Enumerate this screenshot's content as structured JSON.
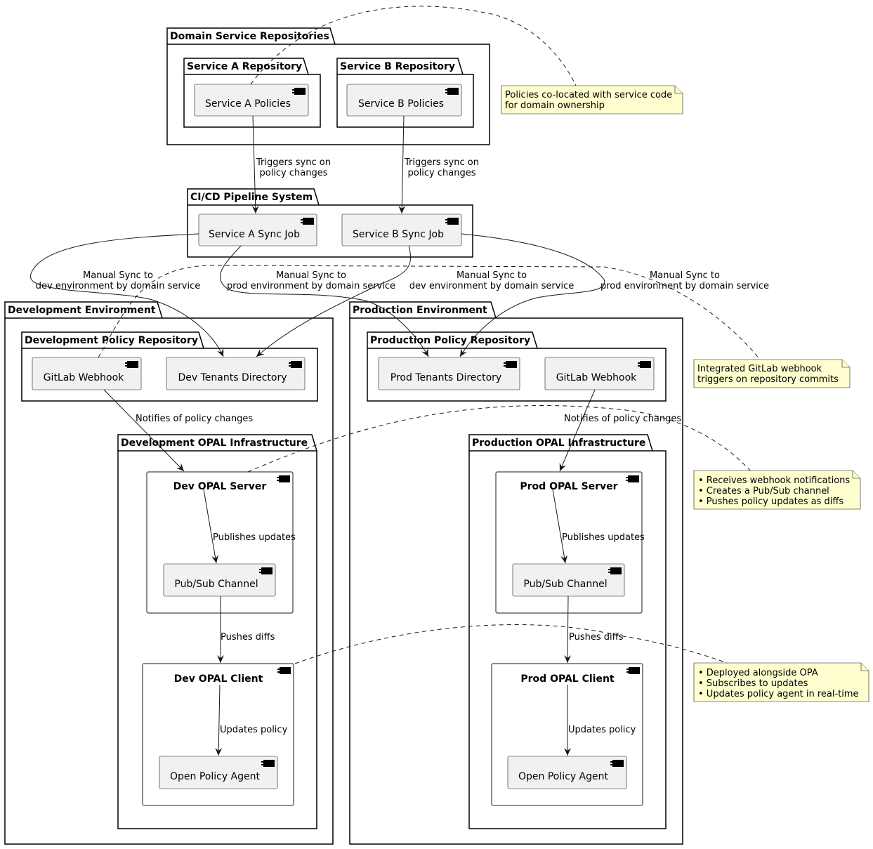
{
  "packages": {
    "domain_repos": "Domain Service Repositories",
    "service_a_repo": "Service A Repository",
    "service_b_repo": "Service B Repository",
    "cicd": "CI/CD Pipeline System",
    "dev_env": "Development Environment",
    "dev_policy_repo": "Development Policy Repository",
    "dev_opal_infra": "Development OPAL Infrastructure",
    "prod_env": "Production Environment",
    "prod_policy_repo": "Production Policy Repository",
    "prod_opal_infra": "Production OPAL Infrastructure"
  },
  "components": {
    "service_a_policies": "Service A Policies",
    "service_b_policies": "Service B Policies",
    "service_a_sync": "Service A Sync Job",
    "service_b_sync": "Service B Sync Job",
    "dev_webhook": "GitLab Webhook",
    "dev_tenants": "Dev Tenants Directory",
    "dev_opal_server": "Dev OPAL Server",
    "dev_pubsub": "Pub/Sub Channel",
    "dev_opal_client": "Dev OPAL Client",
    "dev_opa": "Open Policy Agent",
    "prod_tenants": "Prod Tenants Directory",
    "prod_webhook": "GitLab Webhook",
    "prod_opal_server": "Prod OPAL Server",
    "prod_pubsub": "Pub/Sub Channel",
    "prod_opal_client": "Prod OPAL Client",
    "prod_opa": "Open Policy Agent"
  },
  "edges": {
    "a_trigger_1": "Triggers sync on",
    "a_trigger_2": "policy changes",
    "b_trigger_1": "Triggers sync on",
    "b_trigger_2": "policy changes",
    "a_dev_1": "Manual Sync to",
    "a_dev_2": "dev environment by domain service",
    "a_prod_1": "Manual Sync to",
    "a_prod_2": "prod environment by domain service",
    "b_dev_1": "Manual Sync to",
    "b_dev_2": "dev environment by domain service",
    "b_prod_1": "Manual Sync to",
    "b_prod_2": "prod environment by domain service",
    "dev_notify": "Notifies of policy changes",
    "prod_notify": "Notifies of policy changes",
    "dev_publish": "Publishes updates",
    "prod_publish": "Publishes updates",
    "dev_push": "Pushes diffs",
    "prod_push": "Pushes diffs",
    "dev_update": "Updates policy",
    "prod_update": "Updates policy"
  },
  "notes": {
    "colocated_1": "Policies co-located with service code",
    "colocated_2": "for domain ownership",
    "webhook_1": "Integrated GitLab webhook",
    "webhook_2": "triggers on repository commits",
    "server_1": "• Receives webhook notifications",
    "server_2": "• Creates a Pub/Sub channel",
    "server_3": "• Pushes policy updates as diffs",
    "client_1": "• Deployed alongside OPA",
    "client_2": "• Subscribes to updates",
    "client_3": "• Updates policy agent in real-time"
  },
  "colors": {
    "note_fill": "#fefece",
    "component_fill": "#f1f1f1",
    "line": "#181818"
  }
}
